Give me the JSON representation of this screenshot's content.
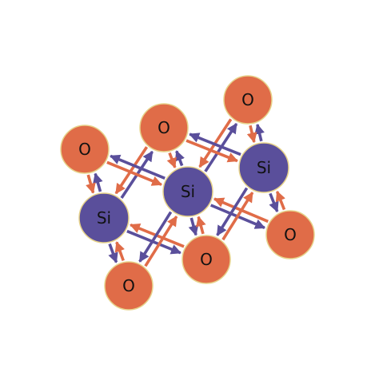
{
  "colors": {
    "silicon": "#5a4f9b",
    "oxygen": "#e06c48",
    "atom_outline": "#e6d28a",
    "si_to_o_arrow": "#5a4f9b",
    "o_to_si_arrow": "#e06c48"
  },
  "atoms": [
    {
      "id": "si1",
      "element": "Si",
      "label": "Si"
    },
    {
      "id": "si2",
      "element": "Si",
      "label": "Si"
    },
    {
      "id": "si3",
      "element": "Si",
      "label": "Si"
    },
    {
      "id": "o1",
      "element": "O",
      "label": "O"
    },
    {
      "id": "o2",
      "element": "O",
      "label": "O"
    },
    {
      "id": "o3",
      "element": "O",
      "label": "O"
    },
    {
      "id": "o4",
      "element": "O",
      "label": "O"
    },
    {
      "id": "o5",
      "element": "O",
      "label": "O"
    },
    {
      "id": "o6",
      "element": "O",
      "label": "O"
    }
  ],
  "bonds": [
    {
      "si": "si1",
      "o": "o1"
    },
    {
      "si": "si1",
      "o": "o2"
    },
    {
      "si": "si1",
      "o": "o4"
    },
    {
      "si": "si1",
      "o": "o5"
    },
    {
      "si": "si2",
      "o": "o1"
    },
    {
      "si": "si2",
      "o": "o2"
    },
    {
      "si": "si2",
      "o": "o3"
    },
    {
      "si": "si2",
      "o": "o4"
    },
    {
      "si": "si2",
      "o": "o5"
    },
    {
      "si": "si2",
      "o": "o6"
    },
    {
      "si": "si3",
      "o": "o2"
    },
    {
      "si": "si3",
      "o": "o3"
    },
    {
      "si": "si3",
      "o": "o5"
    },
    {
      "si": "si3",
      "o": "o6"
    }
  ]
}
